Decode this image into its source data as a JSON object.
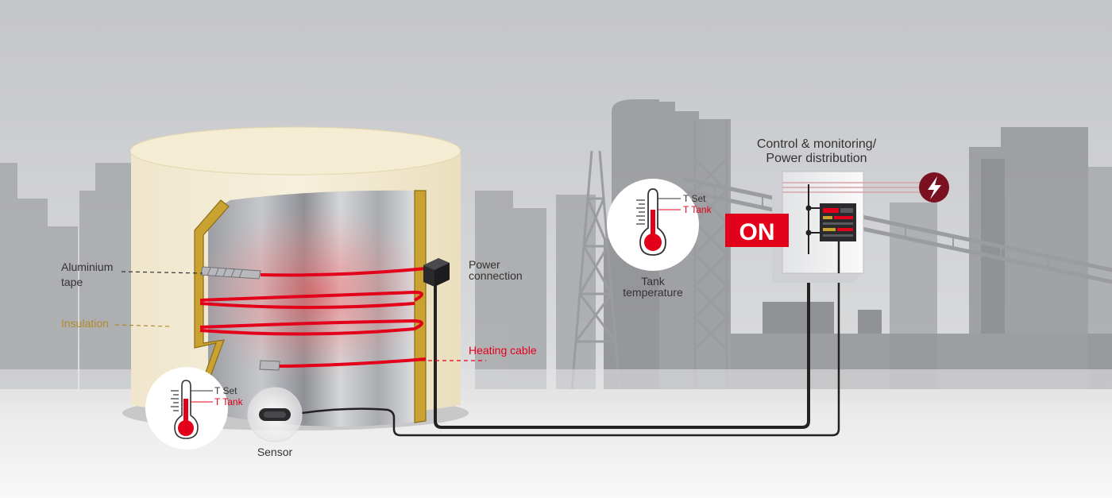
{
  "labels": {
    "aluminium_tape_line1": "Aluminium",
    "aluminium_tape_line2": "tape",
    "insulation": "Insulation",
    "power_connection_line1": "Power",
    "power_connection_line2": "connection",
    "heating_cable": "Heating cable",
    "sensor": "Sensor",
    "tank_temperature_line1": "Tank",
    "tank_temperature_line2": "temperature",
    "control_line1": "Control & monitoring/",
    "control_line2": "Power distribution",
    "on_button": "ON"
  },
  "thermometer_large": {
    "t_set": "T Set",
    "t_tank": "T Tank"
  },
  "thermometer_small": {
    "t_set": "T Set",
    "t_tank": "T Tank"
  },
  "icons": {
    "power": "lightning-bolt-icon",
    "thermometer": "thermometer-icon",
    "sensor": "sensor-icon"
  },
  "colors": {
    "heating_red": "#e3001b",
    "insulation_gold": "#c9a232",
    "power_badge": "#7a1020",
    "on_button_bg": "#e3001b",
    "background_top": "#c6c7ca",
    "background_bottom": "#f5f5f5",
    "cable": "#222222"
  }
}
